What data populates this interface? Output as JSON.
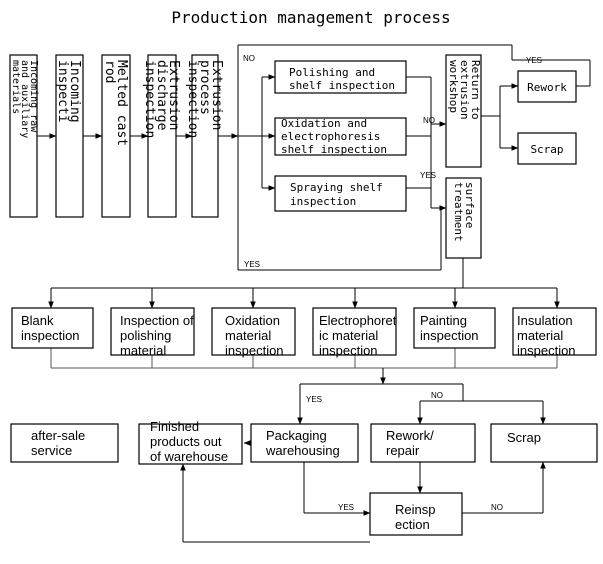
{
  "title": "Production management process",
  "vertical_steps": [
    [
      "Incoming raw",
      "and auxiliary",
      "materials"
    ],
    [
      "Incoming",
      "inspecti"
    ],
    [
      "Melted cast",
      "rod"
    ],
    [
      "Extrusion",
      "discharge",
      "inspection"
    ],
    [
      "Extrusion",
      "process",
      "inspection"
    ]
  ],
  "shelf_inspections": {
    "polishing": [
      "Polishing and",
      "shelf inspection"
    ],
    "oxidation": [
      "Oxidation and",
      "electrophoresis",
      "shelf inspection"
    ],
    "spraying": [
      "Spraying shelf",
      "inspection"
    ]
  },
  "return_box": [
    "Return to",
    "extrusion",
    "workshop"
  ],
  "surface_box": [
    "surface",
    "treatment"
  ],
  "rework_top": "Rework",
  "scrap_top": "Scrap",
  "material_inspections": [
    [
      "Blank",
      "inspection"
    ],
    [
      "Inspection of",
      "polishing",
      "material"
    ],
    [
      "Oxidation",
      "material",
      "inspection"
    ],
    [
      "Electrophoret",
      "ic material",
      "inspection"
    ],
    [
      "Painting",
      "inspection"
    ],
    [
      "Insulation",
      "material",
      "inspection"
    ]
  ],
  "bottom": {
    "after_sale": [
      "after-sale",
      "service"
    ],
    "finished": [
      "Finished",
      "products out",
      "of warehouse"
    ],
    "packaging": [
      "Packaging",
      "warehousing"
    ],
    "rework": [
      "Rework/",
      "repair"
    ],
    "scrap": "Scrap",
    "reinspection": [
      "Reinsp",
      "ection"
    ]
  },
  "edge_labels": {
    "no_top": "NO",
    "yes_rework": "YES",
    "no_mid": "NO",
    "yes_surface": "YES",
    "yes_loop": "YES",
    "yes_pack": "YES",
    "no_rework": "NO",
    "yes_reinspect": "YES",
    "no_reinspect": "NO"
  }
}
